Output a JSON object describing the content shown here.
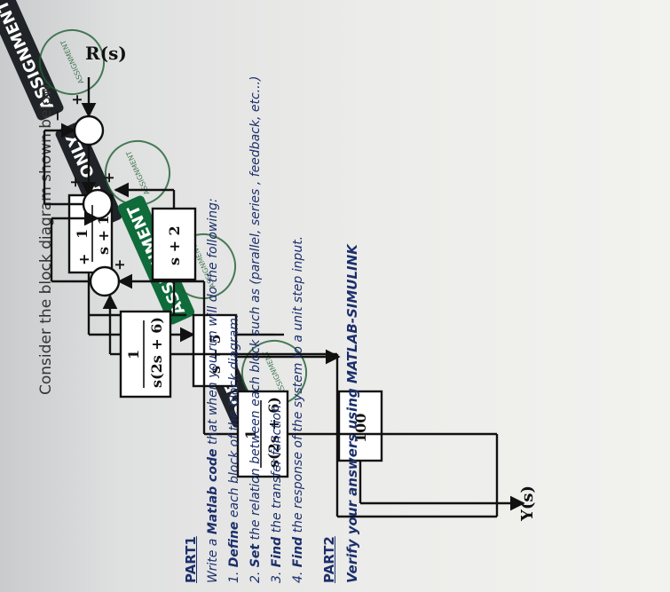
{
  "stamps": {
    "assignment": "ASSIGNMENT",
    "pdf_only": "PDF ONLY",
    "ring_text": "ASSIGNMENT"
  },
  "intro": "Consider the block diagram shown below:",
  "diagram": {
    "input_label": "R(s)",
    "output_label": "Y(s)",
    "signs": {
      "plus": "+",
      "minus": "−"
    },
    "blocks": {
      "b1": {
        "num": "1",
        "den": "s + 1"
      },
      "b2": {
        "text": "s + 2"
      },
      "b3": {
        "text": "s + 5"
      },
      "b4": {
        "num": "1",
        "den": "s(2s + 6)"
      },
      "b5": {
        "num": "1",
        "den": "s(2s + 6)"
      },
      "b6": {
        "text": "100"
      }
    }
  },
  "part1": {
    "heading": "PART1",
    "line1_pre": "Write a ",
    "line1_bold": "Matlab code",
    "line1_post": " that when you run will do the following:",
    "items": [
      {
        "num": "1. ",
        "bold": "Define",
        "rest": " each block of the block diagram."
      },
      {
        "num": "2. ",
        "bold": "Set",
        "rest": " the relation between each block such as (parallel, series , feedback, etc...)"
      },
      {
        "num": "3. ",
        "bold": "Find",
        "rest": " the transfer function."
      },
      {
        "num": "4. ",
        "bold": "Find",
        "rest": " the response of the system to a unit step input."
      }
    ]
  },
  "part2": {
    "heading": "PART2",
    "text": "Verify your answers using MATLAB-SIMULINK"
  }
}
